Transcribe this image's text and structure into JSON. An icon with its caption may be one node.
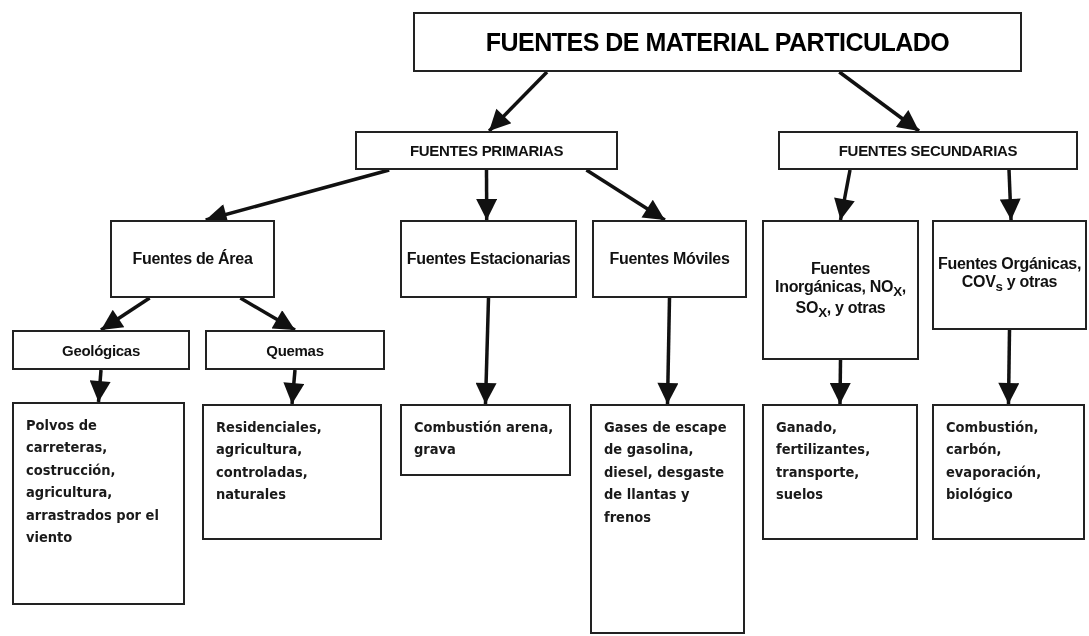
{
  "diagram": {
    "title": "FUENTES DE MATERIAL PARTICULADO",
    "nodes": [
      {
        "text": [
          "FUENTES PRIMARIAS"
        ]
      },
      {
        "text": [
          "FUENTES SECUNDARIAS"
        ]
      },
      {
        "text": [
          "Fuentes de Área"
        ]
      },
      {
        "text": [
          "Fuentes Estacionarias"
        ]
      },
      {
        "text": [
          "Fuentes Móviles"
        ]
      },
      {
        "text": [
          "Fuentes Inorgánicas, NO$_{X}$, SO$_{X}$, y otras"
        ]
      },
      {
        "text": [
          "Fuentes Orgánicas, COV$_{s}$ y otras"
        ]
      },
      {
        "text": [
          "Geológicas"
        ]
      },
      {
        "text": [
          "Quemas"
        ]
      },
      {
        "text": [
          "Polvos de carreteras, costrucción, agricultura, arrastrados por el viento"
        ]
      },
      {
        "text": [
          "Residenciales, agricultura, controladas, naturales"
        ]
      },
      {
        "text": [
          "Combustión arena, grava"
        ]
      },
      {
        "text": [
          "Gases de escape de gasolina, diesel, desgaste de llantas y frenos"
        ]
      },
      {
        "text": [
          "Ganado, fertilizantes, transporte, suelos"
        ]
      },
      {
        "text": [
          "Combustión, carbón, evaporación, biológico"
        ]
      }
    ],
    "edges": [
      {
        "from": null,
        "to": 0,
        "arrow": "to"
      },
      {
        "from": null,
        "to": 1,
        "arrow": "to"
      },
      {
        "from": 0,
        "to": 2,
        "arrow": "to"
      },
      {
        "from": 0,
        "to": 3,
        "arrow": "to"
      },
      {
        "from": 0,
        "to": 4,
        "arrow": "to"
      },
      {
        "from": 1,
        "to": 5,
        "arrow": "to"
      },
      {
        "from": 1,
        "to": 6,
        "arrow": "to"
      },
      {
        "from": 2,
        "to": 7,
        "arrow": "to"
      },
      {
        "from": 2,
        "to": 8,
        "arrow": "to"
      },
      {
        "from": 7,
        "to": 9,
        "arrow": "to"
      },
      {
        "from": 8,
        "to": 10,
        "arrow": "to"
      },
      {
        "from": 3,
        "to": 11,
        "arrow": "to"
      },
      {
        "from": 4,
        "to": 12,
        "arrow": "to"
      },
      {
        "from": 5,
        "to": 13,
        "arrow": "to"
      },
      {
        "from": 6,
        "to": 14,
        "arrow": "to"
      }
    ]
  }
}
